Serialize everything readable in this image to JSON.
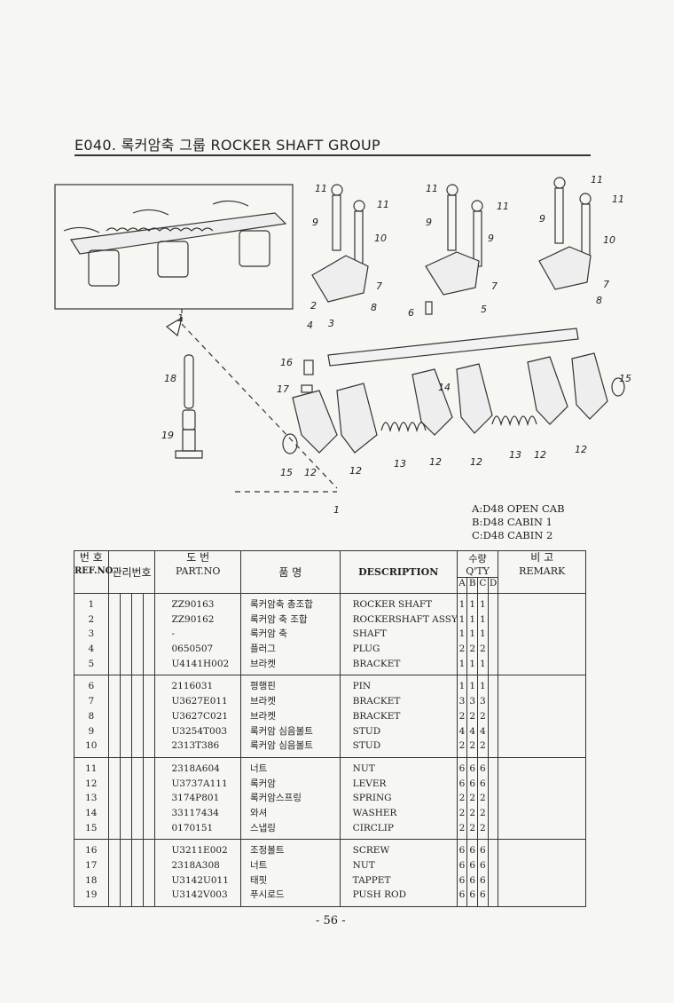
{
  "header": {
    "title": "E040. 록커암축 그룹 ROCKER SHAFT GROUP"
  },
  "diagram": {
    "callouts": [
      "1",
      "2",
      "3",
      "4",
      "5",
      "6",
      "7",
      "8",
      "9",
      "10",
      "11",
      "12",
      "13",
      "14",
      "15",
      "16",
      "17",
      "18",
      "19"
    ]
  },
  "models": [
    "A:D48 OPEN CAB",
    "B:D48 CABIN 1",
    "C:D48 CABIN 2"
  ],
  "table": {
    "headers": {
      "ref_ko": "번 호",
      "ref_en": "REF.NO",
      "mgmt": "관리번호",
      "part_ko": "도 번",
      "part_en": "PART.NO",
      "name_ko": "품 명",
      "desc": "DESCRIPTION",
      "qty_ko": "수량 Q'TY",
      "qty_cols": [
        "A",
        "B",
        "C",
        "D"
      ],
      "remark_ko": "비 고",
      "remark_en": "REMARK"
    },
    "groups": [
      [
        {
          "ref": "1",
          "part": "ZZ90163",
          "name": "록커암축 총조합",
          "desc": "ROCKER SHAFT",
          "qty": [
            "1",
            "1",
            "1",
            ""
          ]
        },
        {
          "ref": "2",
          "part": "ZZ90162",
          "name": "록커암 축 조합",
          "desc": "ROCKERSHAFT ASSY",
          "qty": [
            "1",
            "1",
            "1",
            ""
          ]
        },
        {
          "ref": "3",
          "part": "-",
          "name": "록커암 축",
          "desc": "SHAFT",
          "qty": [
            "1",
            "1",
            "1",
            ""
          ]
        },
        {
          "ref": "4",
          "part": "0650507",
          "name": "플러그",
          "desc": "PLUG",
          "qty": [
            "2",
            "2",
            "2",
            ""
          ]
        },
        {
          "ref": "5",
          "part": "U4141H002",
          "name": "브라켓",
          "desc": "BRACKET",
          "qty": [
            "1",
            "1",
            "1",
            ""
          ]
        }
      ],
      [
        {
          "ref": "6",
          "part": "2116031",
          "name": "평행핀",
          "desc": "PIN",
          "qty": [
            "1",
            "1",
            "1",
            ""
          ]
        },
        {
          "ref": "7",
          "part": "U3627E011",
          "name": "브라켓",
          "desc": "BRACKET",
          "qty": [
            "3",
            "3",
            "3",
            ""
          ]
        },
        {
          "ref": "8",
          "part": "U3627C021",
          "name": "브라켓",
          "desc": "BRACKET",
          "qty": [
            "2",
            "2",
            "2",
            ""
          ]
        },
        {
          "ref": "9",
          "part": "U3254T003",
          "name": "록커암 심음볼트",
          "desc": "STUD",
          "qty": [
            "4",
            "4",
            "4",
            ""
          ]
        },
        {
          "ref": "10",
          "part": "2313T386",
          "name": "록커암 심음볼트",
          "desc": "STUD",
          "qty": [
            "2",
            "2",
            "2",
            ""
          ]
        }
      ],
      [
        {
          "ref": "11",
          "part": "2318A604",
          "name": "너트",
          "desc": "NUT",
          "qty": [
            "6",
            "6",
            "6",
            ""
          ]
        },
        {
          "ref": "12",
          "part": "U3737A111",
          "name": "록커암",
          "desc": "LEVER",
          "qty": [
            "6",
            "6",
            "6",
            ""
          ]
        },
        {
          "ref": "13",
          "part": "3174P801",
          "name": "록커암스프링",
          "desc": "SPRING",
          "qty": [
            "2",
            "2",
            "2",
            ""
          ]
        },
        {
          "ref": "14",
          "part": "33117434",
          "name": "와셔",
          "desc": "WASHER",
          "qty": [
            "2",
            "2",
            "2",
            ""
          ]
        },
        {
          "ref": "15",
          "part": "0170151",
          "name": "스냅링",
          "desc": "CIRCLIP",
          "qty": [
            "2",
            "2",
            "2",
            ""
          ]
        }
      ],
      [
        {
          "ref": "16",
          "part": "U3211E002",
          "name": "조정볼트",
          "desc": "SCREW",
          "qty": [
            "6",
            "6",
            "6",
            ""
          ]
        },
        {
          "ref": "17",
          "part": "2318A308",
          "name": "너트",
          "desc": "NUT",
          "qty": [
            "6",
            "6",
            "6",
            ""
          ]
        },
        {
          "ref": "18",
          "part": "U3142U011",
          "name": "태핏",
          "desc": "TAPPET",
          "qty": [
            "6",
            "6",
            "6",
            ""
          ]
        },
        {
          "ref": "19",
          "part": "U3142V003",
          "name": "푸시로드",
          "desc": "PUSH ROD",
          "qty": [
            "6",
            "6",
            "6",
            ""
          ]
        }
      ]
    ]
  },
  "footer": {
    "page": "- 56 -"
  }
}
